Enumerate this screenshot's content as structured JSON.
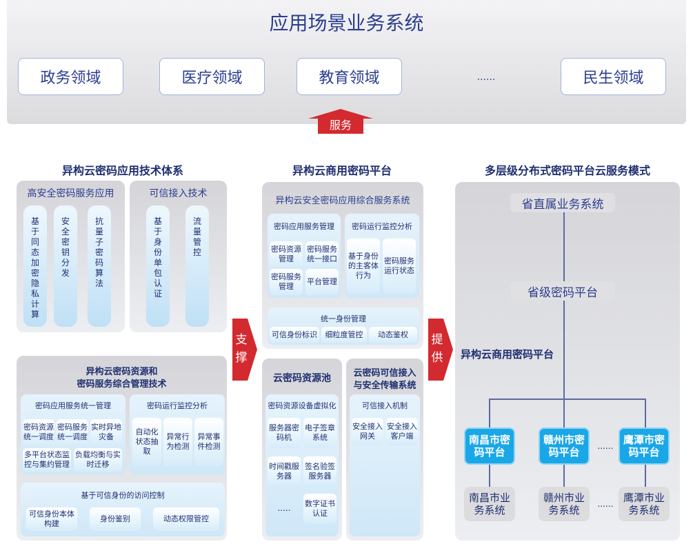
{
  "top": {
    "title": "应用场景业务系统",
    "domains": [
      "政务领域",
      "医疗领域",
      "教育领域",
      "......",
      "民生领域"
    ],
    "serve_label": "服务"
  },
  "left": {
    "title": "异构云密码应用技术体系",
    "high_security": {
      "head": "高安全密码服务应用",
      "items": [
        "基于同态加密隐私计算",
        "安全密钥分发",
        "抗量子密码算法"
      ]
    },
    "trusted_access": {
      "head": "可信接入技术",
      "items": [
        "基于身份单包认证",
        "流量管控"
      ]
    },
    "resource_mgmt": {
      "head_line1": "异构云密码资源和",
      "head_line2": "密码服务综合管理技术",
      "unified": {
        "head": "密码应用服务统一管理",
        "items": [
          "密码资源统一调度",
          "密码服务统一调度",
          "实时异地灾备",
          "多平台状态监控与集约管理",
          "负载均衡与实时迁移"
        ]
      },
      "monitor": {
        "head": "密码运行监控分析",
        "items": [
          "自动化状态抽取",
          "异常行为检测",
          "异常事件检测"
        ]
      },
      "access_control": {
        "head": "基于可信身份的访问控制",
        "items": [
          "可信身份本体构建",
          "身份鉴别",
          "动态权限管控"
        ]
      }
    },
    "support_label": "支撑"
  },
  "middle": {
    "title": "异构云商用密码平台",
    "integrated": {
      "head": "异构云安全密码应用综合服务系统",
      "service_mgmt": {
        "head": "密码应用服务管理",
        "items": [
          "密码资源管理",
          "密码服务统一接口",
          "密码服务管理",
          "平台管理"
        ]
      },
      "monitor": {
        "head": "密码运行监控分析",
        "items": [
          "基于身份的主客体行为",
          "密码服务运行状态"
        ]
      },
      "identity": {
        "head": "统一身份管理",
        "items": [
          "可信身份标识",
          "细粒度管控",
          "动态鉴权"
        ]
      }
    },
    "pool": {
      "head": "云密码资源池",
      "sub_head": "密码资源设备虚拟化",
      "items": [
        "服务器密码机",
        "电子签章系统",
        "时间戳服务器",
        "签名验签服务器",
        ".....",
        "数字证书认证"
      ]
    },
    "access": {
      "head_line1": "云密码可信接入",
      "head_line2": "与安全传输系统",
      "sub_head": "可信接入机制",
      "items": [
        "安全接入网关",
        "安全接入客户端"
      ]
    },
    "provide_label": "提供"
  },
  "right": {
    "title": "多层级分布式密码平台云服务模式",
    "top_node": "省直属业务系统",
    "province_node": "省级密码平台",
    "platform_label": "异构云商用密码平台",
    "city_platforms": [
      "南昌市密码平台",
      "赣州市密码平台",
      "鹰潭市密码平台"
    ],
    "city_systems": [
      "南昌市业务系统",
      "赣州市业务系统",
      "鹰潭市业务系统"
    ],
    "dots": "......"
  }
}
